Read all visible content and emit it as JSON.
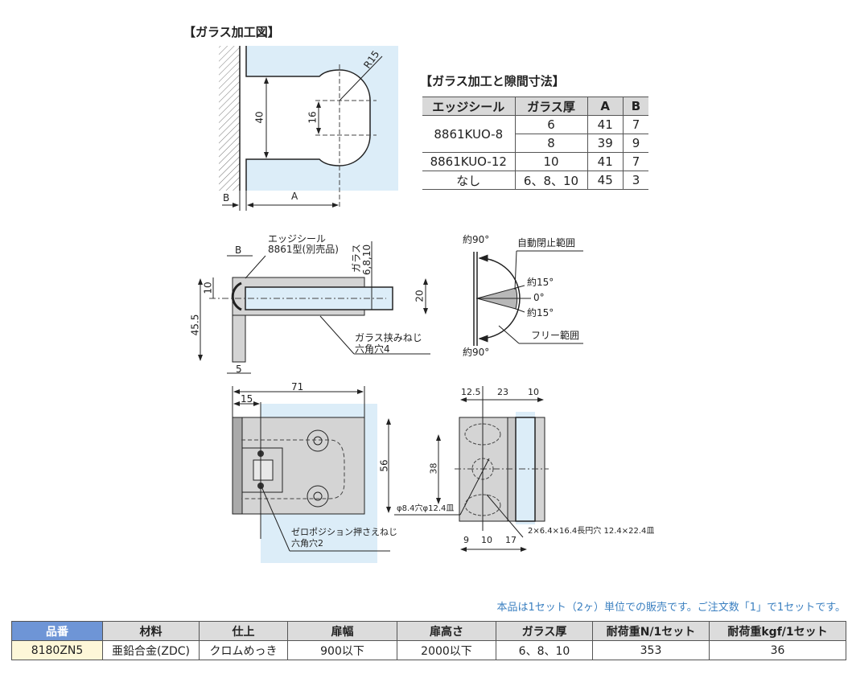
{
  "glass_processing": {
    "title": "【ガラス加工図】",
    "dim_40": "40",
    "dim_16": "16",
    "radius": "R15",
    "label_b": "B",
    "label_a": "A"
  },
  "gap_table": {
    "title": "【ガラス加工と隙間寸法】",
    "headers": [
      "エッジシール",
      "ガラス厚",
      "A",
      "B"
    ],
    "rows": [
      {
        "seal": "8861KUO-8",
        "glass": "6",
        "a": "41",
        "b": "7"
      },
      {
        "seal": "",
        "glass": "8",
        "a": "39",
        "b": "9"
      },
      {
        "seal": "8861KUO-12",
        "glass": "10",
        "a": "41",
        "b": "7"
      },
      {
        "seal": "なし",
        "glass": "6、8、10",
        "a": "45",
        "b": "3"
      }
    ]
  },
  "side_view": {
    "edge_seal_1": "エッジシール",
    "edge_seal_2": "8861型(別売品)",
    "b": "B",
    "glass_label": "ガラス",
    "glass_thk": "6,8,10",
    "dim_10": "10",
    "dim_45_5": "45.5",
    "dim_20": "20",
    "dim_5": "5",
    "screw_1": "ガラス挟みねじ",
    "screw_2": "六角穴4"
  },
  "angle_view": {
    "top": "約90°",
    "auto_close": "自動閉止範囲",
    "p15": "約15°",
    "zero": "0°",
    "m15": "約15°",
    "free": "フリー範囲",
    "bottom": "約90°"
  },
  "front_view": {
    "dim_71": "71",
    "dim_15": "15",
    "dim_56": "56",
    "screw_1": "ゼロポジション押さえねじ",
    "screw_2": "六角穴2"
  },
  "right_view": {
    "dim_12_5": "12.5",
    "dim_23": "23",
    "dim_10": "10",
    "dim_38": "38",
    "hole": "φ8.4穴φ12.4皿",
    "slot": "2×6.4×16.4長円穴 12.4×22.4皿",
    "dim_9": "9",
    "dim_10b": "10",
    "dim_17": "17"
  },
  "note": "本品は1セット（2ヶ）単位での販売です。ご注文数「1」で1セットです。",
  "spec_table": {
    "headers": [
      "品番",
      "材料",
      "仕上",
      "扉幅",
      "扉高さ",
      "ガラス厚",
      "耐荷重N/1セット",
      "耐荷重kgf/1セット"
    ],
    "row": [
      "8180ZN5",
      "亜鉛合金(ZDC)",
      "クロムめっき",
      "900以下",
      "2000以下",
      "6、8、10",
      "353",
      "36"
    ]
  },
  "colors": {
    "glass": "#dcedf8",
    "body": "#d4d4d4",
    "note": "#3a7fc0",
    "header_accent": "#6e95d6"
  }
}
